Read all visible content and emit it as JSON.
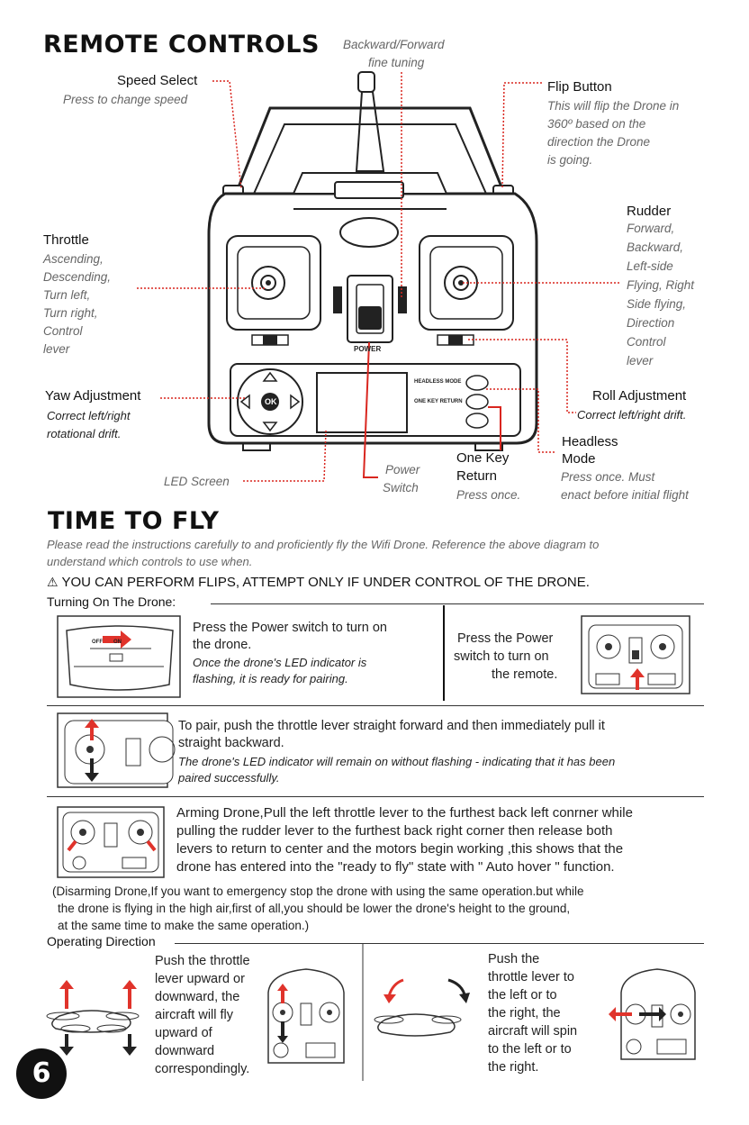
{
  "remote": {
    "heading": "REMOTE CONTROLS",
    "fine_tuning": {
      "l1": "Backward/Forward",
      "l2": "fine tuning"
    },
    "speed": {
      "title": "Speed Select",
      "desc": "Press to change speed"
    },
    "flip": {
      "title": "Flip Button",
      "l1": "This will flip the Drone in",
      "l2": "360º based on the",
      "l3": "direction the Drone",
      "l4": "is going."
    },
    "throttle": {
      "title": "Throttle",
      "lines": [
        "Ascending,",
        "Descending,",
        "Turn left,",
        "Turn right,",
        "Control",
        "lever"
      ]
    },
    "rudder": {
      "title": "Rudder",
      "lines": [
        "Forward,",
        "Backward,",
        "Left-side",
        "Flying, Right",
        "Side flying,",
        "Direction",
        "Control",
        "lever"
      ]
    },
    "yaw": {
      "title": "Yaw Adjustment",
      "l1": "Correct left/right",
      "l2": "rotational drift."
    },
    "roll": {
      "title": "Roll Adjustment",
      "desc": "Correct left/right drift."
    },
    "headless": {
      "t1": "Headless",
      "t2": "Mode",
      "l1": "Press once. Must",
      "l2": "enact before initial flight"
    },
    "one_key": {
      "t1": "One Key",
      "t2": "Return",
      "desc": "Press once."
    },
    "power_switch": {
      "l1": "Power",
      "l2": "Switch"
    },
    "led_screen": "LED Screen",
    "device": {
      "power": "POWER",
      "ok": "OK",
      "headless_mode": "HEADLESS MODE",
      "one_key_return": "ONE KEY RETURN"
    }
  },
  "fly": {
    "heading": "TIME TO FLY",
    "intro_l1": "Please read the instructions carefully to and proficiently fly the Wifi Drone. Reference the above diagram to",
    "intro_l2": "understand which controls to use when.",
    "warning": "YOU CAN PERFORM FLIPS, ATTEMPT ONLY IF UNDER CONTROL OF THE DRONE.",
    "turning_on": "Turning On The Drone:",
    "step1": {
      "l1": "Press the Power switch to turn on",
      "l2": "the drone.",
      "i1": "Once the drone's LED indicator is",
      "i2": "flashing, it is ready for pairing.",
      "off": "OFF",
      "on": "ON"
    },
    "step1b": {
      "l1": "Press the Power",
      "l2": "switch to turn on",
      "l3": "the remote."
    },
    "step2": {
      "l1": "To pair, push the throttle lever straight forward and then immediately pull it",
      "l2": "straight backward.",
      "i1": "The drone's LED indicator will remain on without flashing - indicating that it has been",
      "i2": "paired successfully."
    },
    "step3": {
      "l1": "Arming Drone,Pull the left throttle lever to the furthest back left conrner while",
      "l2": "pulling the rudder lever to the furthest back right corner then release both",
      "l3": "levers to return to center and the motors begin working ,this shows that the",
      "l4": "drone has entered into the \"ready to fly\" state with \" Auto hover \" function."
    },
    "disarm": {
      "l1": "(Disarming Drone,If you want to emergency stop the drone with using the same operation.but while",
      "l2": "the drone is flying in the high air,first of all,you should be lower the drone's  height to the ground,",
      "l3": "at the same time to make  the same operation.)"
    },
    "operating": "Operating Direction",
    "op_left": [
      "Push the throttle",
      "lever upward or",
      "downward, the",
      "aircraft will fly",
      "upward of",
      "downward",
      "correspondingly."
    ],
    "op_right": [
      "Push the",
      "throttle lever to",
      "the left or to",
      "the right, the",
      "aircraft will spin",
      "to the left or to",
      "the right."
    ]
  },
  "page_number": "6",
  "colors": {
    "accent_red": "#e0332b",
    "leader_red": "#d9261f"
  }
}
